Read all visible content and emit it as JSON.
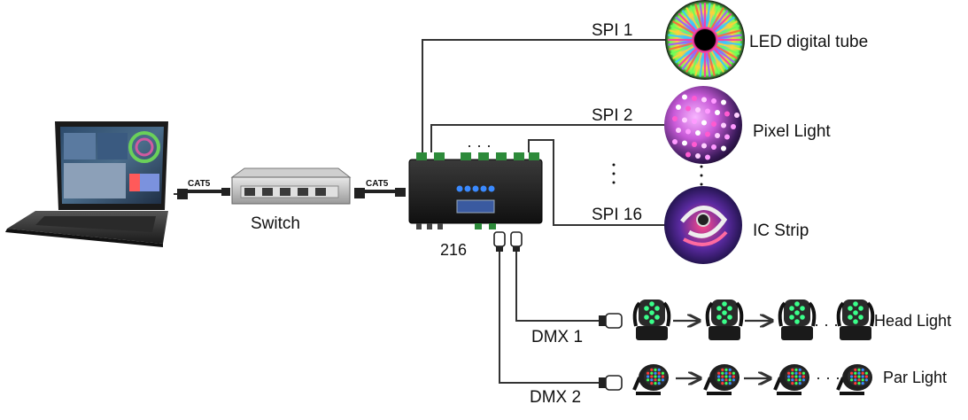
{
  "computer": {
    "cable_label": "CAT5"
  },
  "switch": {
    "label": "Switch",
    "cable_label": "CAT5"
  },
  "controller": {
    "label": "216",
    "port_dots": "· · ·"
  },
  "spi_outputs": [
    {
      "port": "SPI 1",
      "device": "LED digital tube"
    },
    {
      "port": "SPI 2",
      "device": "Pixel Light"
    },
    {
      "port": "SPI 16",
      "device": "IC Strip"
    }
  ],
  "dmx_outputs": [
    {
      "port": "DMX 1",
      "device": "Head Light"
    },
    {
      "port": "DMX 2",
      "device": "Par Light"
    }
  ],
  "ellipsis": "· · ·",
  "vertical_ellipsis": "·\n·\n·",
  "icons": [
    "laptop-icon",
    "switch-icon",
    "controller-icon",
    "led-digital-tube-icon",
    "pixel-light-icon",
    "ic-strip-icon",
    "head-light-icon",
    "par-light-icon",
    "xlr-connector-icon",
    "rj45-connector-icon"
  ]
}
